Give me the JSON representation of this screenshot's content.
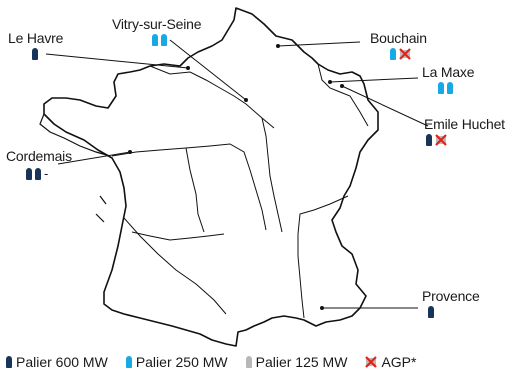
{
  "sites": [
    {
      "name": "Le Havre",
      "units": [
        "palier-600"
      ]
    },
    {
      "name": "Vitry-sur-Seine",
      "units": [
        "palier-250",
        "palier-250"
      ]
    },
    {
      "name": "Bouchain",
      "units": [
        "palier-250",
        "agp"
      ]
    },
    {
      "name": "La Maxe",
      "units": [
        "palier-250",
        "palier-250"
      ]
    },
    {
      "name": "Emile Huchet",
      "units": [
        "palier-600",
        "agp"
      ]
    },
    {
      "name": "Cordemais",
      "units": [
        "palier-600",
        "palier-600"
      ],
      "suffix": "-"
    },
    {
      "name": "Provence",
      "units": [
        "palier-600"
      ]
    }
  ],
  "legend": [
    {
      "icon": "palier-600",
      "label": "Palier 600 MW"
    },
    {
      "icon": "palier-250",
      "label": "Palier 250 MW"
    },
    {
      "icon": "palier-125",
      "label": "Palier 125 MW"
    },
    {
      "icon": "agp",
      "label": "AGP*"
    }
  ],
  "colors": {
    "palier-600": "#17345a",
    "palier-250": "#16a9e6",
    "palier-125": "#b8b8b8",
    "agp": "#e2231a",
    "map_line": "#111111"
  }
}
